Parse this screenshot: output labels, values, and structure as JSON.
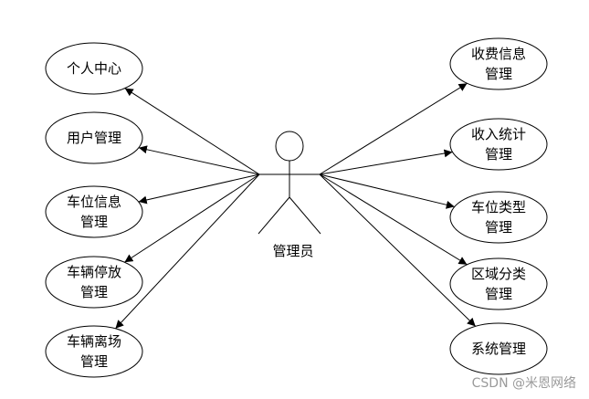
{
  "actor": {
    "name": "管理员"
  },
  "left_use_cases": [
    {
      "lines": [
        "个人中心"
      ]
    },
    {
      "lines": [
        "用户管理"
      ]
    },
    {
      "lines": [
        "车位信息",
        "管理"
      ]
    },
    {
      "lines": [
        "车辆停放",
        "管理"
      ]
    },
    {
      "lines": [
        "车辆离场",
        "管理"
      ]
    }
  ],
  "right_use_cases": [
    {
      "lines": [
        "收费信息",
        "管理"
      ]
    },
    {
      "lines": [
        "收入统计",
        "管理"
      ]
    },
    {
      "lines": [
        "车位类型",
        "管理"
      ]
    },
    {
      "lines": [
        "区域分类",
        "管理"
      ]
    },
    {
      "lines": [
        "系统管理"
      ]
    }
  ],
  "watermark": "CSDN @米恩网络"
}
